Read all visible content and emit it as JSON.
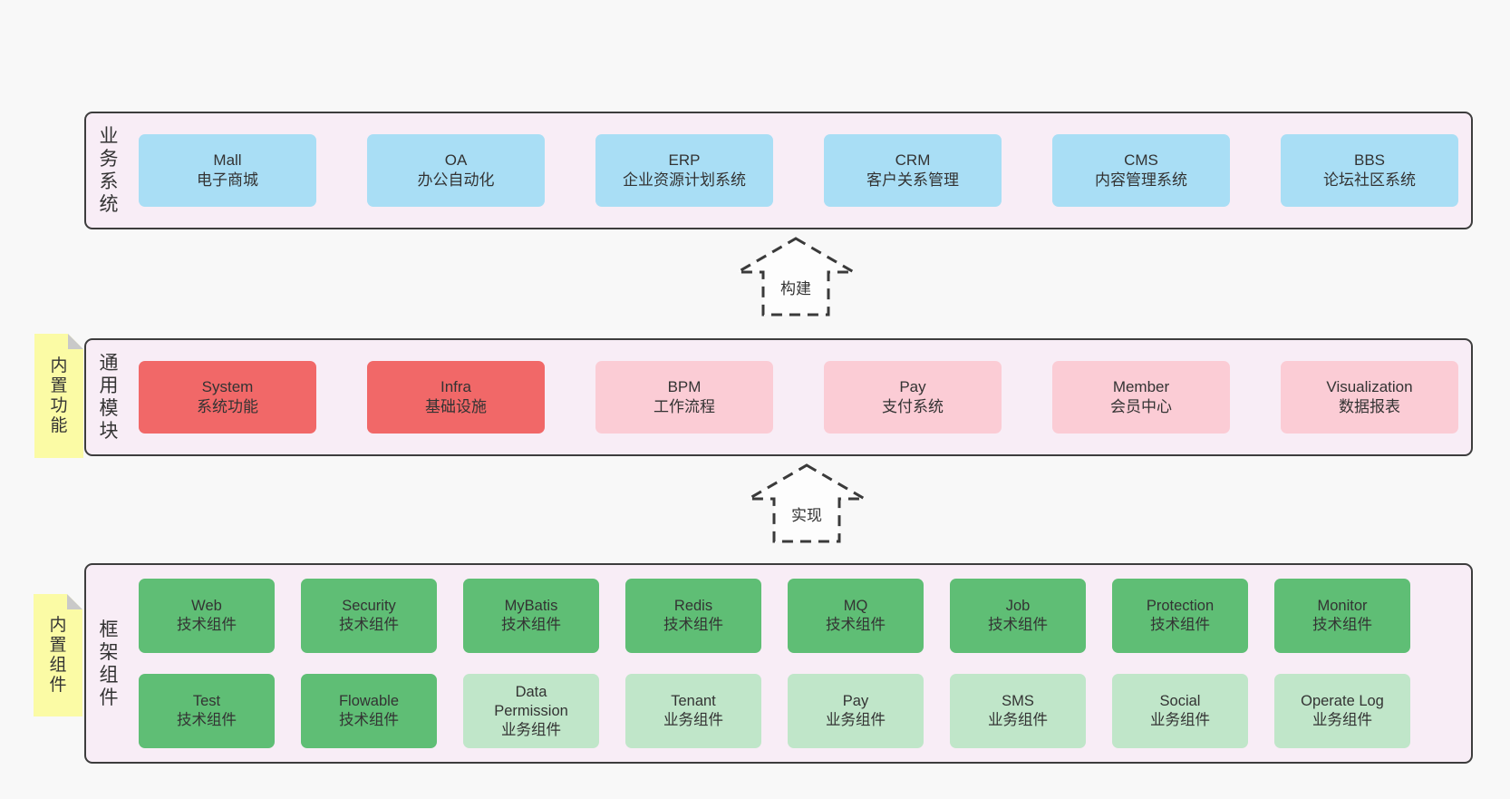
{
  "colors": {
    "page_bg": "#f8f8f8",
    "section_bg": "#f8edf6",
    "section_border": "#3d3d3d",
    "text": "#333333",
    "blue": "#a9def5",
    "red": "#f16868",
    "pink": "#fbccd5",
    "green": "#5fbe75",
    "green_light": "#c0e6c9",
    "sticky_yellow": "#fbfba5",
    "sticky_fold": "#c9c9c9",
    "arrow_line": "#3a3a3a",
    "arrow_fill": "#fdfdfd"
  },
  "arrows": [
    {
      "label": "构建"
    },
    {
      "label": "实现"
    }
  ],
  "sections": [
    {
      "id": "business",
      "side_label": "业务系统",
      "sticky": null,
      "rows": [
        [
          {
            "title": "Mall",
            "subtitle": "电子商城",
            "variant": "blue"
          },
          {
            "title": "OA",
            "subtitle": "办公自动化",
            "variant": "blue"
          },
          {
            "title": "ERP",
            "subtitle": "企业资源计划系统",
            "variant": "blue"
          },
          {
            "title": "CRM",
            "subtitle": "客户关系管理",
            "variant": "blue"
          },
          {
            "title": "CMS",
            "subtitle": "内容管理系统",
            "variant": "blue"
          },
          {
            "title": "BBS",
            "subtitle": "论坛社区系统",
            "variant": "blue"
          }
        ]
      ]
    },
    {
      "id": "modules",
      "side_label": "通用模块",
      "sticky": "内置功能",
      "rows": [
        [
          {
            "title": "System",
            "subtitle": "系统功能",
            "variant": "red"
          },
          {
            "title": "Infra",
            "subtitle": "基础设施",
            "variant": "red"
          },
          {
            "title": "BPM",
            "subtitle": "工作流程",
            "variant": "pink"
          },
          {
            "title": "Pay",
            "subtitle": "支付系统",
            "variant": "pink"
          },
          {
            "title": "Member",
            "subtitle": "会员中心",
            "variant": "pink"
          },
          {
            "title": "Visualization",
            "subtitle": "数据报表",
            "variant": "pink"
          }
        ]
      ]
    },
    {
      "id": "components",
      "side_label": "框架组件",
      "sticky": "内置组件",
      "rows": [
        [
          {
            "title": "Web",
            "subtitle": "技术组件",
            "variant": "green"
          },
          {
            "title": "Security",
            "subtitle": "技术组件",
            "variant": "green"
          },
          {
            "title": "MyBatis",
            "subtitle": "技术组件",
            "variant": "green"
          },
          {
            "title": "Redis",
            "subtitle": "技术组件",
            "variant": "green"
          },
          {
            "title": "MQ",
            "subtitle": "技术组件",
            "variant": "green"
          },
          {
            "title": "Job",
            "subtitle": "技术组件",
            "variant": "green"
          },
          {
            "title": "Protection",
            "subtitle": "技术组件",
            "variant": "green"
          },
          {
            "title": "Monitor",
            "subtitle": "技术组件",
            "variant": "green"
          }
        ],
        [
          {
            "title": "Test",
            "subtitle": "技术组件",
            "variant": "green"
          },
          {
            "title": "Flowable",
            "subtitle": "技术组件",
            "variant": "green"
          },
          {
            "title": "Data\nPermission",
            "subtitle": "业务组件",
            "variant": "green_light"
          },
          {
            "title": "Tenant",
            "subtitle": "业务组件",
            "variant": "green_light"
          },
          {
            "title": "Pay",
            "subtitle": "业务组件",
            "variant": "green_light"
          },
          {
            "title": "SMS",
            "subtitle": "业务组件",
            "variant": "green_light"
          },
          {
            "title": "Social",
            "subtitle": "业务组件",
            "variant": "green_light"
          },
          {
            "title": "Operate Log",
            "subtitle": "业务组件",
            "variant": "green_light"
          }
        ]
      ]
    }
  ]
}
